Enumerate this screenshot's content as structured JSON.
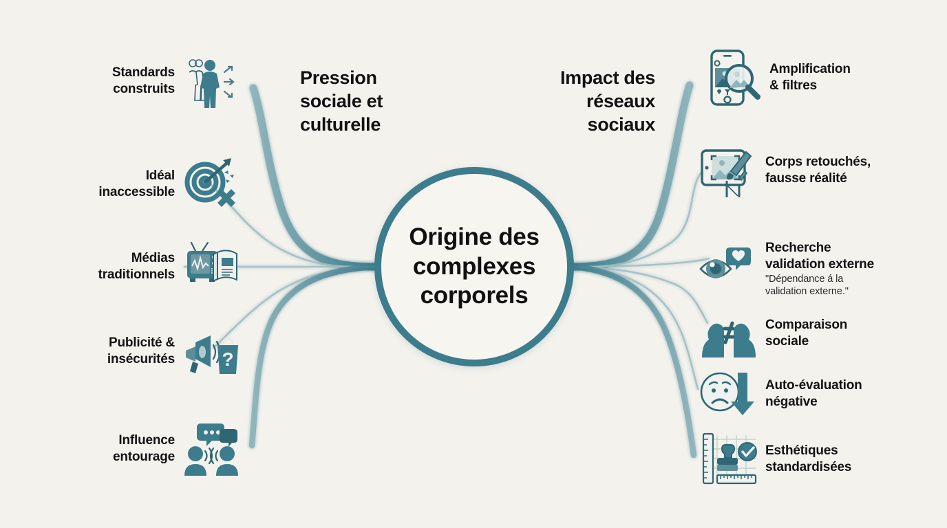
{
  "canvas": {
    "background": "#f4f2ed",
    "accent": "#3c7c8c",
    "icon_dark": "#2e6673",
    "icon_light": "#7fb2bd",
    "text": "#121212"
  },
  "center": {
    "title": "Origine des\ncomplexes\ncorporels"
  },
  "branches": [
    {
      "id": "pression-sociale-et-culturelle",
      "side": "left",
      "heading": "Pression\nsociale et\nculturelle",
      "leaves": [
        {
          "label": "Standards\nconstruits",
          "icon": "body-silhouette-variants-icon"
        },
        {
          "label": "Idéal\ninaccessible",
          "icon": "target-arrow-missed-icon"
        },
        {
          "label": "Médias\ntraditionnels",
          "icon": "television-magazine-icon"
        },
        {
          "label": "Publicité &\ninsécurités",
          "icon": "megaphone-shopping-bag-question-icon"
        },
        {
          "label": "Influence\nentourage",
          "icon": "people-speech-bubbles-icon"
        }
      ]
    },
    {
      "id": "impact-des-reseaux-sociaux",
      "side": "right",
      "heading": "Impact des\nréseaux\nsociaux",
      "leaves": [
        {
          "label": "Amplification\n& filtres",
          "icon": "smartphone-magnifier-photo-icon"
        },
        {
          "label": "Corps retouchés,\nfausse réalité",
          "icon": "tablet-photo-retouch-brush-icon"
        },
        {
          "label": "Recherche\nvalidation externe",
          "sub": "\"Dépendance á la\nvalidation externe.\"",
          "icon": "eye-heart-bubble-icon"
        },
        {
          "label": "Comparaison\nsociale",
          "icon": "two-heads-not-equal-icon"
        },
        {
          "label": "Auto-évaluation\nnégative",
          "icon": "sad-face-down-arrow-icon"
        },
        {
          "label": "Esthétiques\nstandardisées",
          "icon": "ruler-stamp-check-icon"
        }
      ]
    }
  ]
}
